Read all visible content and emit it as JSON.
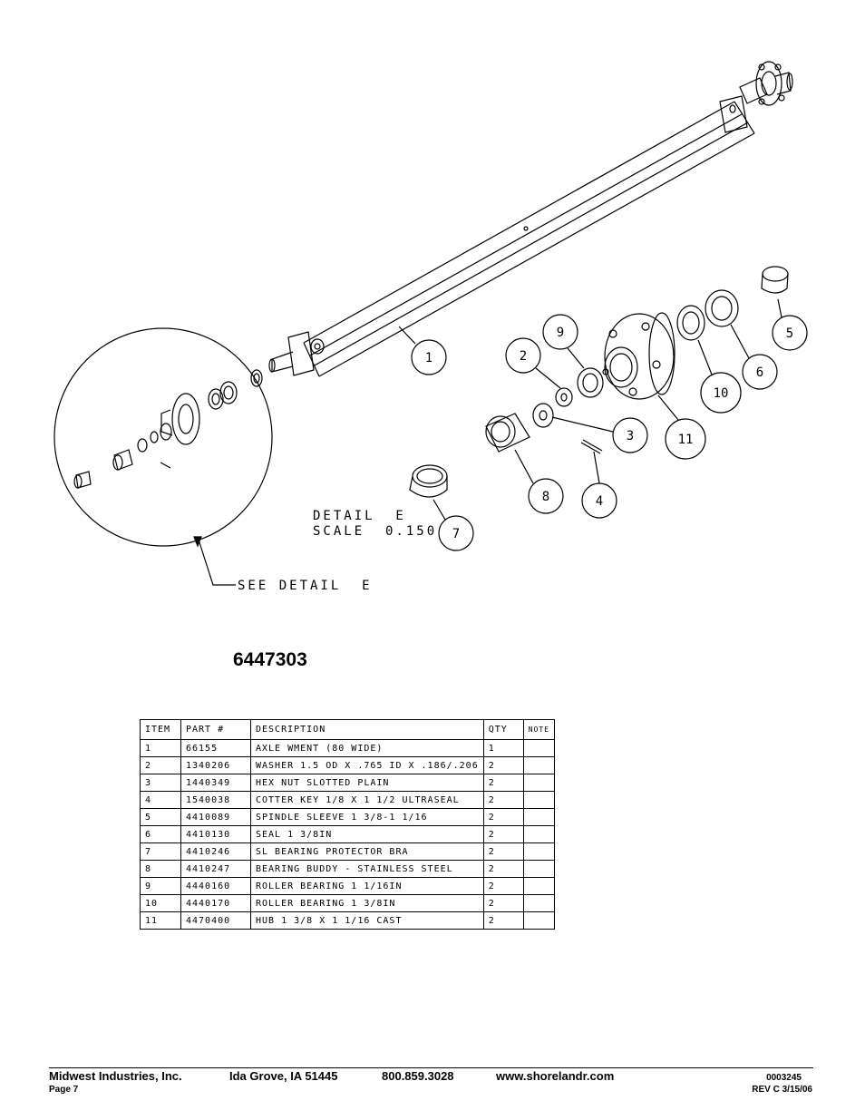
{
  "drawing": {
    "callouts": [
      "1",
      "2",
      "3",
      "4",
      "5",
      "6",
      "7",
      "8",
      "9",
      "10",
      "11"
    ],
    "detail_title": "DETAIL  E",
    "detail_scale": "SCALE  0.150",
    "see_detail": "SEE DETAIL  E"
  },
  "part_number": "6447303",
  "table": {
    "headers": [
      "ITEM",
      "PART #",
      "DESCRIPTION",
      "QTY",
      "NOTE"
    ],
    "rows": [
      [
        "1",
        "66155",
        "AXLE WMENT (80 WIDE)",
        "1",
        ""
      ],
      [
        "2",
        "1340206",
        "WASHER 1.5 OD X .765 ID X .186/.206",
        "2",
        ""
      ],
      [
        "3",
        "1440349",
        "HEX NUT SLOTTED PLAIN",
        "2",
        ""
      ],
      [
        "4",
        "1540038",
        "COTTER KEY 1/8 X 1 1/2 ULTRASEAL",
        "2",
        ""
      ],
      [
        "5",
        "4410089",
        "SPINDLE SLEEVE  1 3/8-1 1/16",
        "2",
        ""
      ],
      [
        "6",
        "4410130",
        "SEAL  1 3/8IN",
        "2",
        ""
      ],
      [
        "7",
        "4410246",
        "SL BEARING PROTECTOR BRA",
        "2",
        ""
      ],
      [
        "8",
        "4410247",
        "BEARING BUDDY - STAINLESS STEEL",
        "2",
        ""
      ],
      [
        "9",
        "4440160",
        "ROLLER BEARING   1 1/16IN",
        "2",
        ""
      ],
      [
        "10",
        "4440170",
        "ROLLER BEARING   1 3/8IN",
        "2",
        ""
      ],
      [
        "11",
        "4470400",
        "HUB  1 3/8 X 1 1/16 CAST",
        "2",
        ""
      ]
    ]
  },
  "footer": {
    "company": "Midwest Industries, Inc.",
    "location": "Ida Grove, IA  51445",
    "phone": "800.859.3028",
    "website": "www.shorelandr.com",
    "doc_number": "0003245",
    "page": "Page 7",
    "revision": "REV C  3/15/06"
  }
}
